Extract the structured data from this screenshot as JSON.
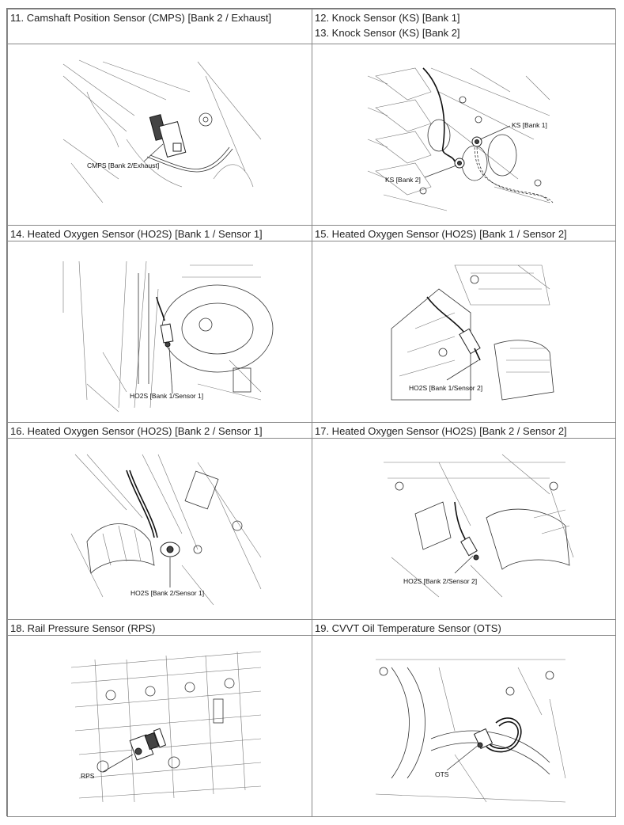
{
  "cells": [
    {
      "title_lines": [
        "11. Camshaft Position Sensor (CMPS) [Bank 2 / Exhaust]"
      ],
      "callouts": [
        "CMPS [Bank 2/Exhaust]"
      ]
    },
    {
      "title_lines": [
        "12. Knock Sensor (KS) [Bank 1]",
        "13. Knock Sensor (KS) [Bank 2]"
      ],
      "callouts": [
        "KS [Bank 1]",
        "KS [Bank 2]"
      ]
    },
    {
      "title_lines": [
        "14. Heated Oxygen Sensor (HO2S) [Bank 1 / Sensor 1]"
      ],
      "callouts": [
        "HO2S [Bank 1/Sensor 1]"
      ]
    },
    {
      "title_lines": [
        "15. Heated Oxygen Sensor (HO2S) [Bank 1 / Sensor 2]"
      ],
      "callouts": [
        "HO2S [Bank 1/Sensor 2]"
      ]
    },
    {
      "title_lines": [
        "16. Heated Oxygen Sensor (HO2S) [Bank 2 / Sensor 1]"
      ],
      "callouts": [
        "HO2S [Bank 2/Sensor 1]"
      ]
    },
    {
      "title_lines": [
        "17. Heated Oxygen Sensor (HO2S) [Bank 2 / Sensor 2]"
      ],
      "callouts": [
        "HO2S [Bank 2/Sensor 2]"
      ]
    },
    {
      "title_lines": [
        "18. Rail Pressure Sensor (RPS)"
      ],
      "callouts": [
        "RPS"
      ]
    },
    {
      "title_lines": [
        "19. CVVT Oil Temperature Sensor (OTS)"
      ],
      "callouts": [
        "OTS"
      ]
    }
  ]
}
